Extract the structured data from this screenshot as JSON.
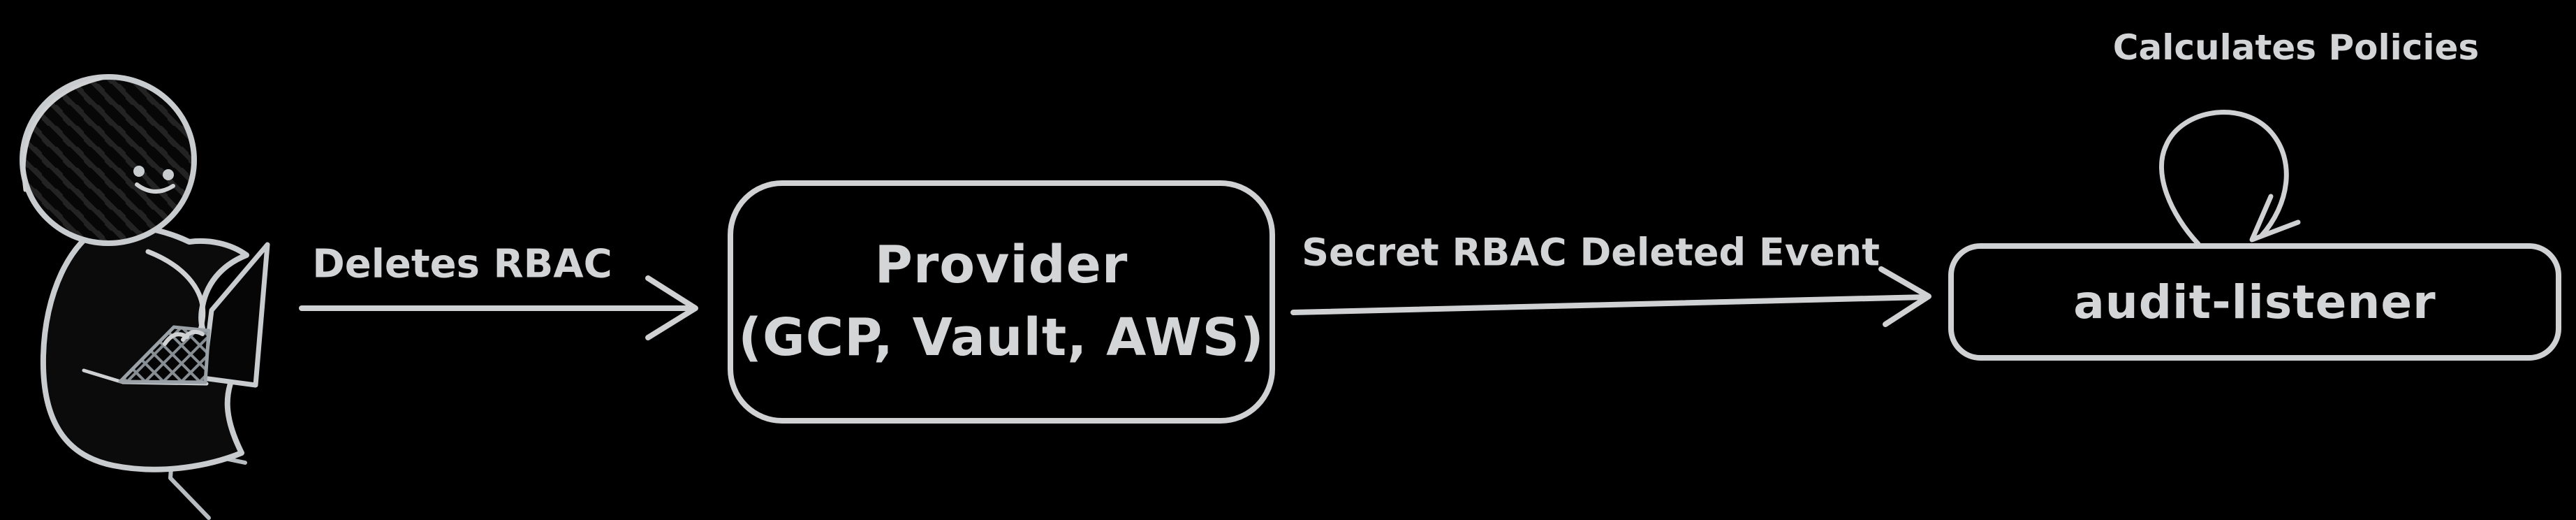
{
  "canvas": {
    "background": "#000000",
    "stroke_color": "#cfd1d3",
    "text_color": "#d2d4d6",
    "style": "hand-drawn-whiteboard-dark"
  },
  "nodes": {
    "provider": {
      "title": "Provider",
      "subtitle": "(GCP, Vault, AWS)"
    },
    "audit_listener": {
      "label": "audit-listener"
    }
  },
  "edges": {
    "deletes_rbac": {
      "label": "Deletes RBAC",
      "from": "person",
      "to": "provider"
    },
    "secret_rbac_deleted_event": {
      "label": "Secret RBAC Deleted Event",
      "from": "provider",
      "to": "audit_listener"
    },
    "calculates_policies": {
      "label": "Calculates Policies",
      "from": "audit_listener",
      "to": "audit_listener"
    }
  }
}
